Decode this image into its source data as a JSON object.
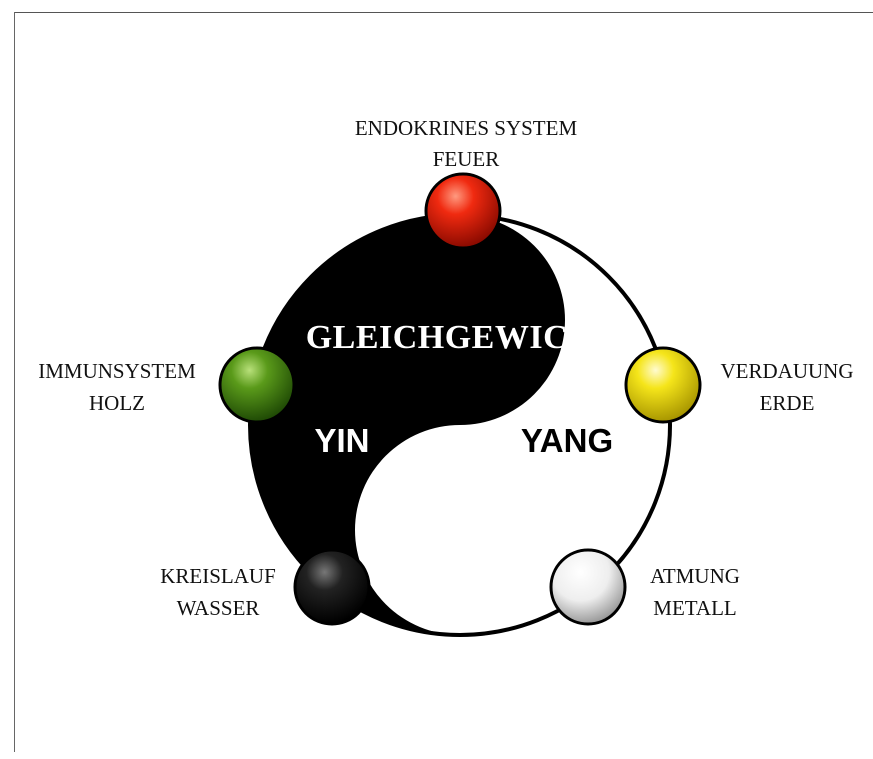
{
  "center_title": "GLEICHGEWICHT",
  "yin_label": "YIN",
  "yang_label": "YANG",
  "elements": {
    "top": {
      "system": "ENDOKRINES SYSTEM",
      "element": "FEUER",
      "color": "#e02010"
    },
    "left": {
      "system": "IMMUNSYSTEM",
      "element": "HOLZ",
      "color": "#5a9a1a"
    },
    "right": {
      "system": "VERDAUUNG",
      "element": "ERDE",
      "color": "#f0e010"
    },
    "bottom_left": {
      "system": "KREISLAUF",
      "element": "WASSER",
      "color": "#111111"
    },
    "bottom_right": {
      "system": "ATMUNG",
      "element": "METALL",
      "color": "#e8e8e8"
    }
  }
}
